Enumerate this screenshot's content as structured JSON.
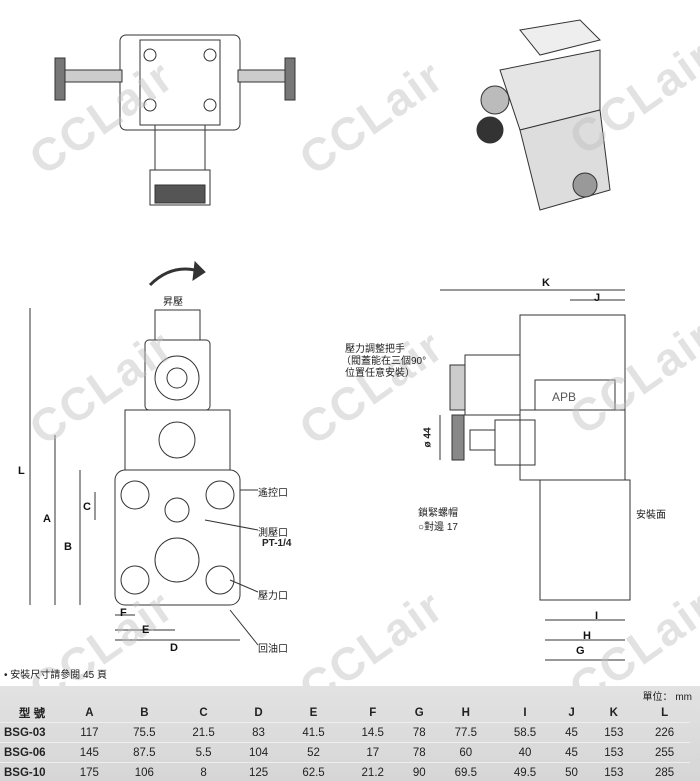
{
  "watermark": "CCLair",
  "labels": {
    "boost": "昇壓",
    "remote_port": "遙控口",
    "gauge_port": "測壓口",
    "gauge_thread": "PT-1/4",
    "pressure_port": "壓力口",
    "return_port": "回油口",
    "handle_line1": "壓力調整把手",
    "handle_line2": "（閥蓋能在三個90°",
    "handle_line3": "位置任意安裝）",
    "diameter": "ø 44",
    "locknut_line1": "鎖緊螺帽",
    "locknut_line2": "○對邊 17",
    "mount_face": "安裝面",
    "brand": "APB"
  },
  "dims": {
    "A": "A",
    "B": "B",
    "C": "C",
    "D": "D",
    "E": "E",
    "F": "F",
    "G": "G",
    "H": "H",
    "I": "I",
    "J": "J",
    "K": "K",
    "L": "L"
  },
  "note": "• 安裝尺寸請參閱 45 頁",
  "table": {
    "unit": "單位： mm",
    "headers": [
      "型 號",
      "A",
      "B",
      "C",
      "D",
      "E",
      "F",
      "G",
      "H",
      "I",
      "J",
      "K",
      "L"
    ],
    "rows": [
      [
        "BSG-03",
        "117",
        "75.5",
        "21.5",
        "83",
        "41.5",
        "14.5",
        "78",
        "77.5",
        "58.5",
        "45",
        "153",
        "226"
      ],
      [
        "BSG-06",
        "145",
        "87.5",
        "5.5",
        "104",
        "52",
        "17",
        "78",
        "60",
        "40",
        "45",
        "153",
        "255"
      ],
      [
        "BSG-10",
        "175",
        "106",
        "8",
        "125",
        "62.5",
        "21.2",
        "90",
        "69.5",
        "49.5",
        "50",
        "153",
        "285"
      ]
    ]
  }
}
